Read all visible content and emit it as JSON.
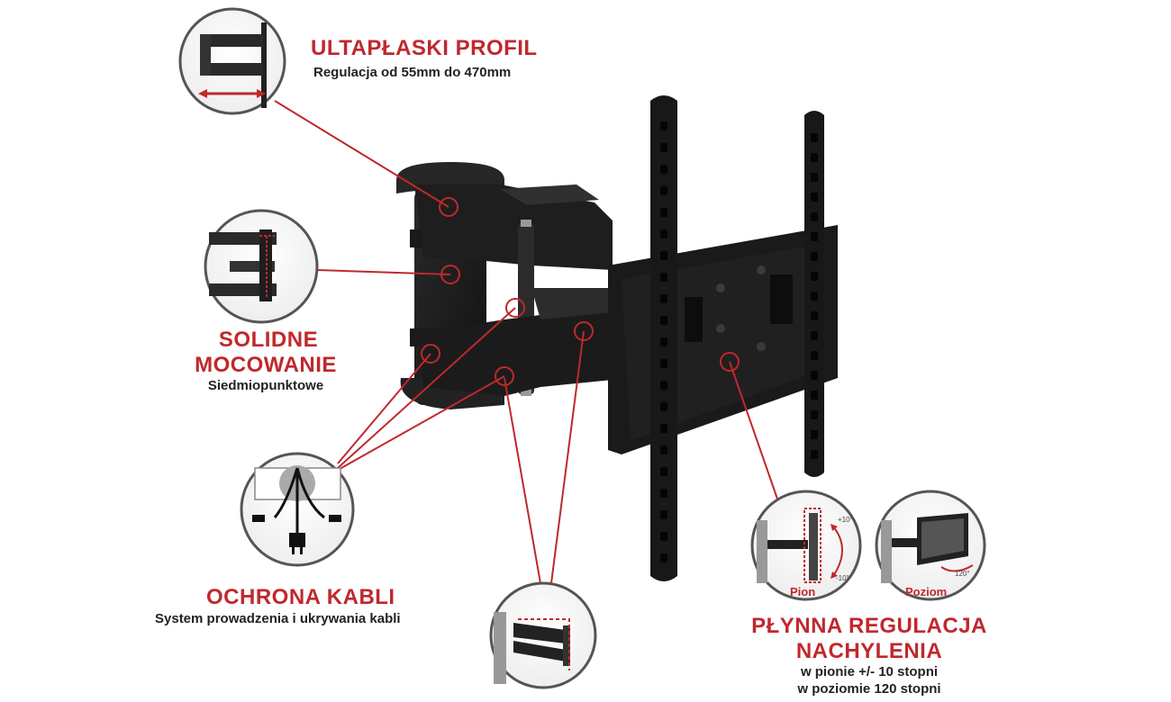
{
  "features": {
    "profile": {
      "title": "ULTAPŁASKI PROFIL",
      "subtitle": "Regulacja od 55mm do 470mm",
      "icon": "slim-profile-detail-icon"
    },
    "mounting": {
      "title_line1": "SOLIDNE",
      "title_line2": "MOCOWANIE",
      "subtitle": "Siedmiopunktowe",
      "icon": "arm-joint-detail-icon"
    },
    "cables": {
      "title": "OCHRONA KABLI",
      "subtitle": "System prowadzenia i ukrywania kabli",
      "icon": "cable-management-icon"
    },
    "tilt": {
      "title_line1": "PŁYNNA REGULACJA",
      "title_line2": "NACHYLENIA",
      "subtitle_line1": "w pionie +/- 10 stopni",
      "subtitle_line2": "w poziomie 120 stopni",
      "vertical_label": "Pion",
      "horizontal_label": "Poziom",
      "vertical_plus": "+10°",
      "vertical_minus": "-10°",
      "horizontal_angle": "120°"
    },
    "bottom_detail": {
      "icon": "bracket-detail-icon"
    }
  },
  "colors": {
    "accent_red": "#c0282d",
    "bracket_black": "#1c1c1c",
    "callout_ring": "#555555"
  }
}
